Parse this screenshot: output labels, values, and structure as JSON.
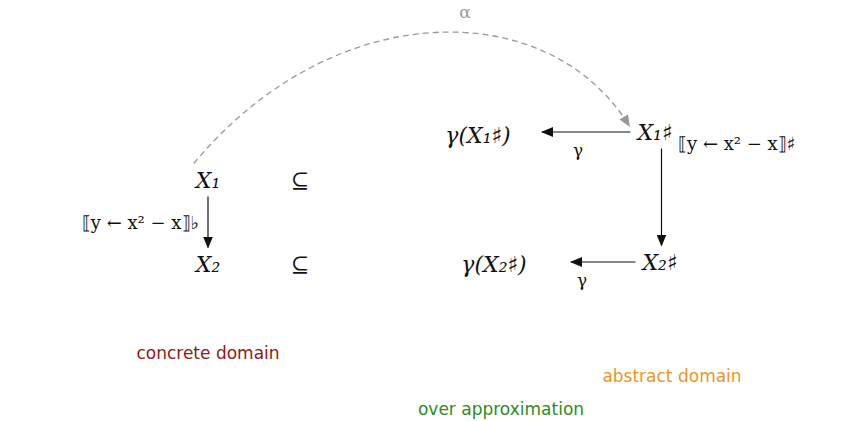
{
  "diagram": {
    "nodes": [
      {
        "text": [
          "concrete domain"
        ]
      },
      {
        "text": [
          "X₁"
        ],
        "in": 0
      },
      {
        "text": [
          "X₂"
        ],
        "in": 0
      },
      {
        "text": [
          "over approximation"
        ]
      },
      {
        "text": [
          "γ(X₁♯)"
        ],
        "in": 3
      },
      {
        "text": [
          "γ(X₂♯)"
        ],
        "in": 3
      },
      {
        "text": [
          "abstract domain"
        ]
      },
      {
        "text": [
          "X₁♯"
        ],
        "in": 6
      },
      {
        "text": [
          "X₂♯"
        ],
        "in": 6
      }
    ],
    "edges": [
      {
        "from": 1,
        "to": 2,
        "arrow": "to",
        "label": "⟦y ← x² − x⟧♭"
      },
      {
        "from": 7,
        "to": 8,
        "arrow": "to",
        "label": "⟦y ← x² − x⟧♯"
      },
      {
        "from": 7,
        "to": 4,
        "arrow": "to",
        "label": "γ"
      },
      {
        "from": 8,
        "to": 5,
        "arrow": "to",
        "label": "γ"
      },
      {
        "from": 1,
        "to": 7,
        "arrow": "to",
        "label": "α"
      }
    ],
    "labels": [
      "⊆",
      "⊆"
    ]
  }
}
